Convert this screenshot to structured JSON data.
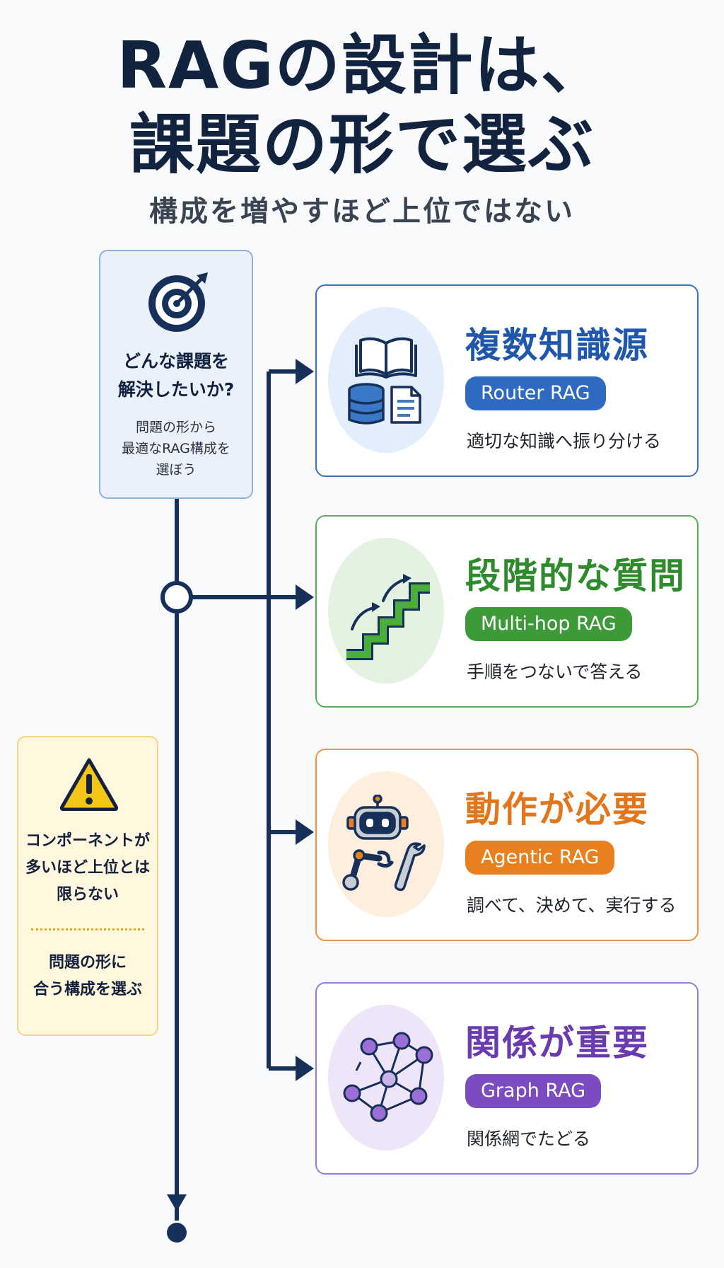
{
  "header": {
    "title_line1": "RAGの設計は、",
    "title_line2": "課題の形で選ぶ",
    "subtitle": "構成を増やすほど上位ではない"
  },
  "question_box": {
    "icon": "target-icon",
    "question_lines": [
      "どんな課題を",
      "解決したいか?"
    ],
    "sub_lines": [
      "問題の形から",
      "最適なRAG構成を",
      "選ぼう"
    ]
  },
  "warning_box": {
    "icon": "warning-icon",
    "lines_top": [
      "コンポーネントが",
      "多いほど上位とは",
      "限らない"
    ],
    "lines_bottom": [
      "問題の形に",
      "合う構成を選ぶ"
    ]
  },
  "cards": [
    {
      "heading": "複数知識源",
      "tag": "Router RAG",
      "desc": "適切な知識へ振り分ける",
      "icon": "book-database-document-icon",
      "color": "#1f57ad",
      "border": "#3a70c4",
      "oval": "#e3eefc",
      "pill": "#2e6ac2"
    },
    {
      "heading": "段階的な質問",
      "tag": "Multi-hop RAG",
      "desc": "手順をつないで答える",
      "icon": "stairs-arrows-icon",
      "color": "#2e8b2c",
      "border": "#5aae55",
      "oval": "#e4f2e1",
      "pill": "#3d9a38"
    },
    {
      "heading": "動作が必要",
      "tag": "Agentic RAG",
      "desc": "調べて、決めて、実行する",
      "icon": "robot-wrench-icon",
      "color": "#e3751b",
      "border": "#eb9340",
      "oval": "#fdeedd",
      "pill": "#e8801f"
    },
    {
      "heading": "関係が重要",
      "tag": "Graph RAG",
      "desc": "関係網でたどる",
      "icon": "graph-network-icon",
      "color": "#6a3ab0",
      "border": "#9a7dcf",
      "oval": "#eee6f8",
      "pill": "#7a4cbf"
    }
  ]
}
